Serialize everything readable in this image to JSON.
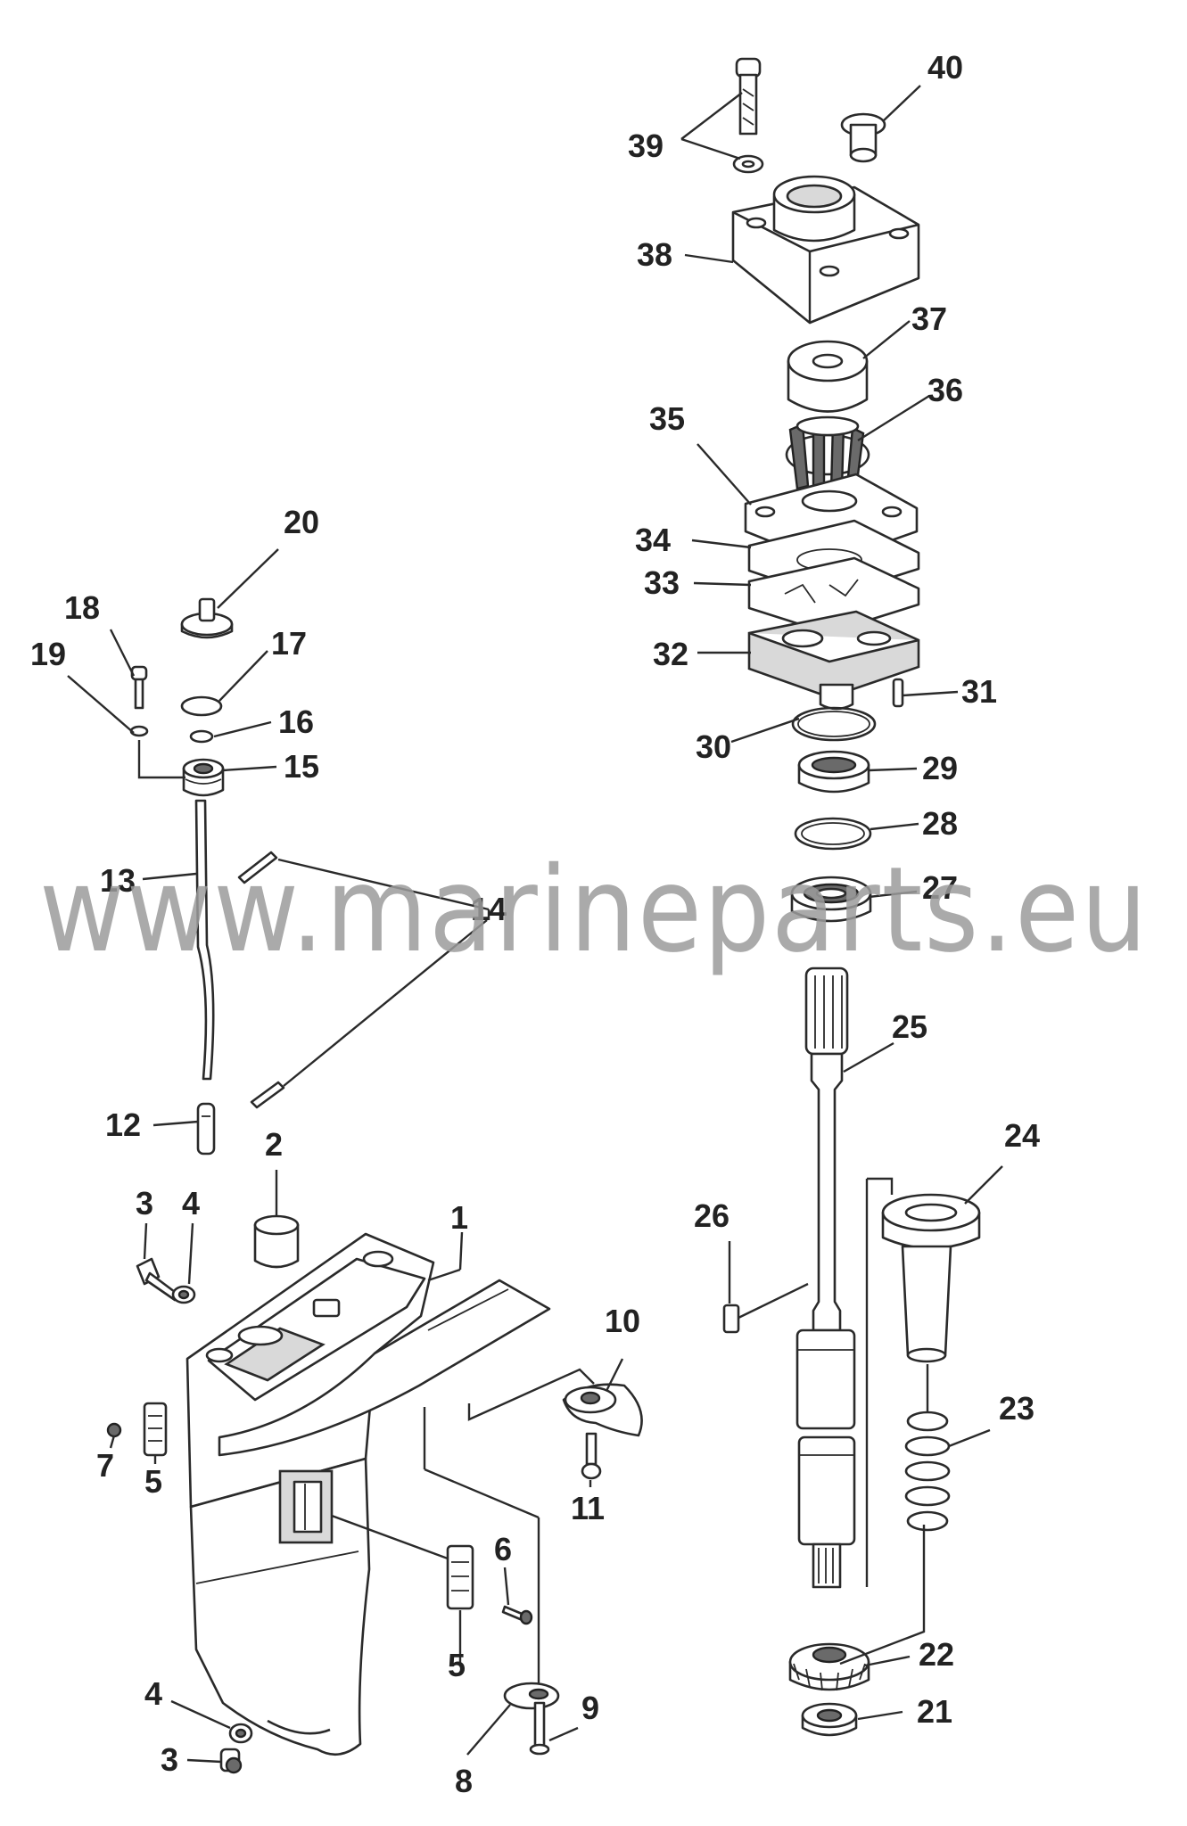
{
  "diagram": {
    "watermark": "www.marineparts.eu",
    "callouts": [
      "1",
      "2",
      "3",
      "4",
      "5",
      "6",
      "7",
      "8",
      "9",
      "10",
      "11",
      "12",
      "13",
      "14",
      "15",
      "16",
      "17",
      "18",
      "19",
      "20",
      "21",
      "22",
      "23",
      "24",
      "25",
      "26",
      "27",
      "28",
      "29",
      "30",
      "31",
      "32",
      "33",
      "34",
      "35",
      "36",
      "37",
      "38",
      "39",
      "40"
    ],
    "duplicate_callouts": [
      "3",
      "4",
      "5"
    ]
  }
}
